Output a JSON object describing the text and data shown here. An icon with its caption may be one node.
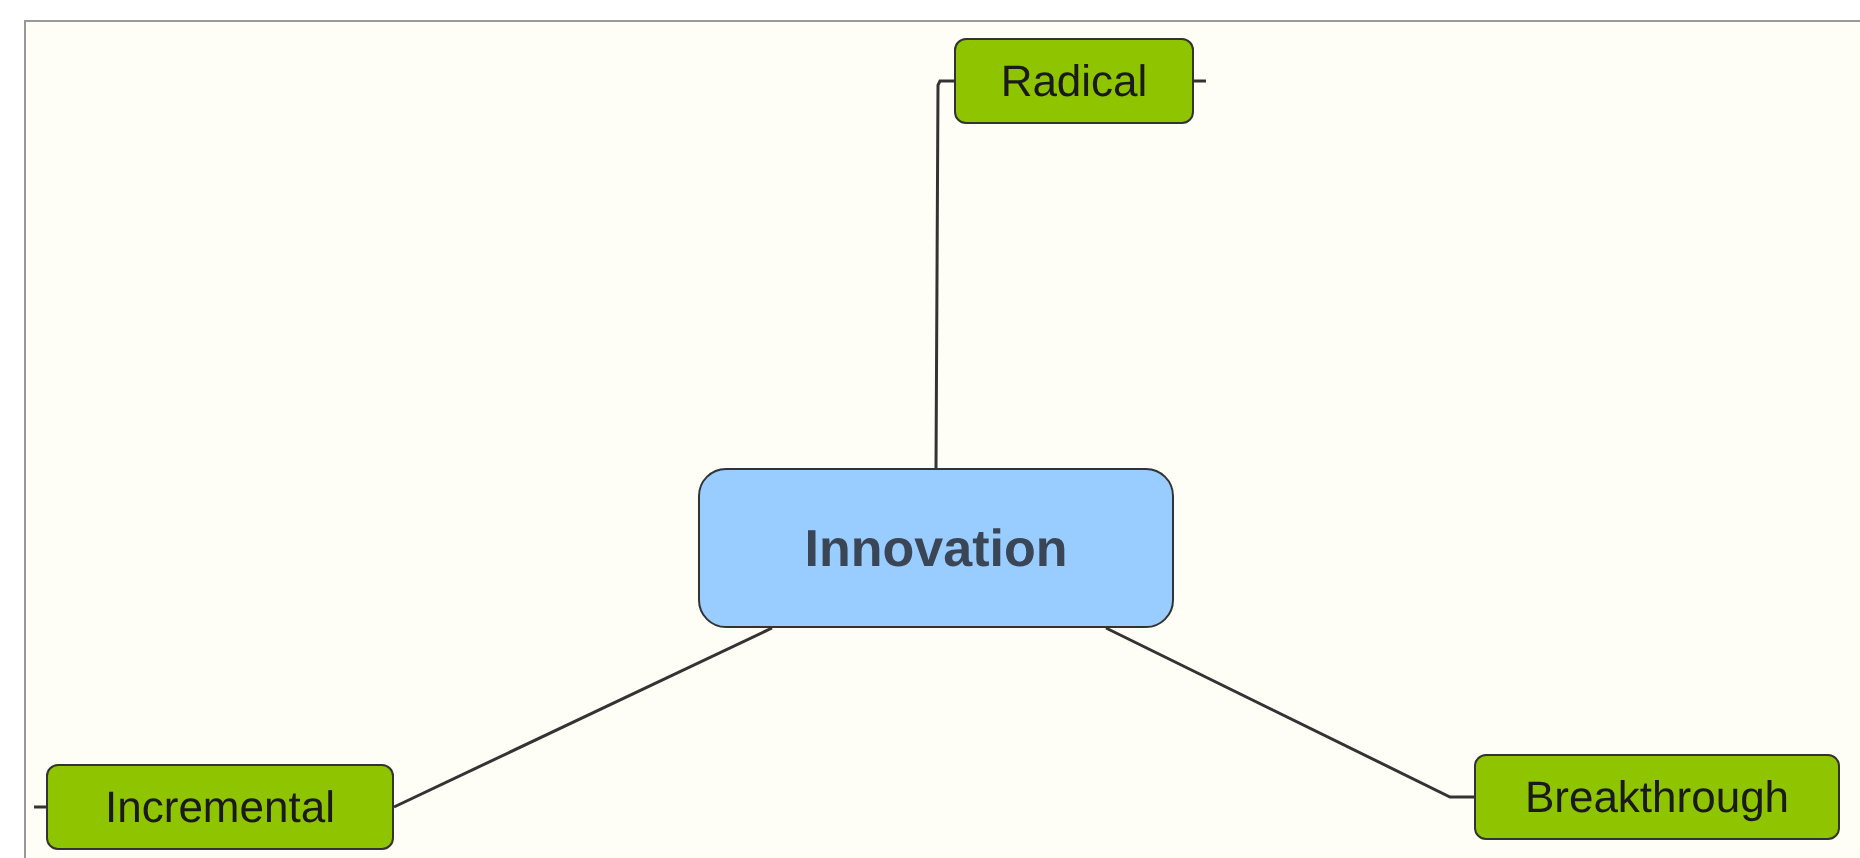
{
  "diagram": {
    "nodes": [
      {
        "text": [
          "Innovation"
        ]
      },
      {
        "text": [
          "Radical"
        ]
      },
      {
        "text": [
          "Incremental"
        ]
      },
      {
        "text": [
          "Breakthrough"
        ]
      }
    ],
    "edges": [
      {
        "from": 0,
        "to": 1,
        "arrow": "none"
      },
      {
        "from": 0,
        "to": 2,
        "arrow": "none"
      },
      {
        "from": 0,
        "to": 3,
        "arrow": "none"
      }
    ]
  }
}
